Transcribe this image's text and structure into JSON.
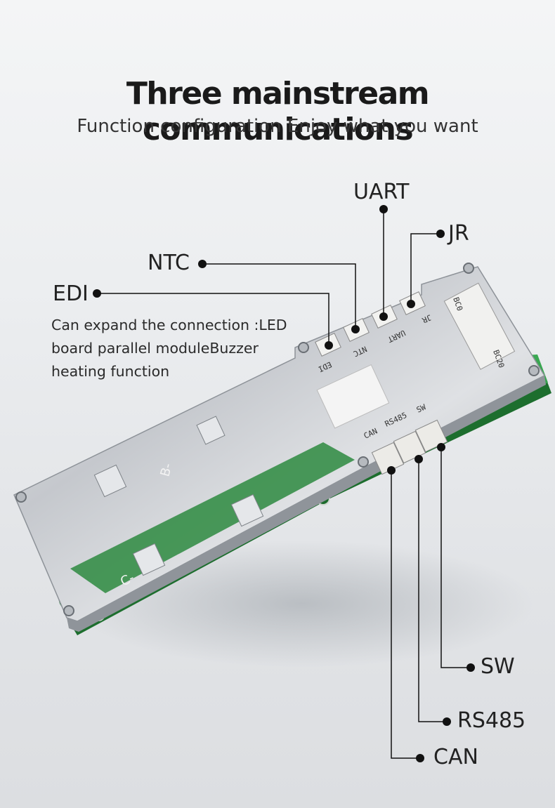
{
  "headline": "Three mainstream communications",
  "subline": "Function configuration Enjoy what you want",
  "callouts": {
    "uart": "UART",
    "jr": "JR",
    "ntc": "NTC",
    "edi": "EDI",
    "edi_description": "Can expand the connection :LED board parallel moduleBuzzer heating function",
    "sw": "SW",
    "rs485": "RS485",
    "can": "CAN"
  },
  "board_silkscreen": {
    "edi": "EDI",
    "ntc": "NTC",
    "uart": "UART",
    "jr": "JR",
    "bc0": "BC0",
    "bc20": "BC20",
    "can": "CAN",
    "rs485": "RS485",
    "sw": "SW",
    "b_minus": "B-",
    "c_minus": "C-"
  },
  "colors": {
    "pcb_green": "#2f9a45",
    "plate_silver": "#c9ccd0",
    "leader_line": "#111111"
  }
}
